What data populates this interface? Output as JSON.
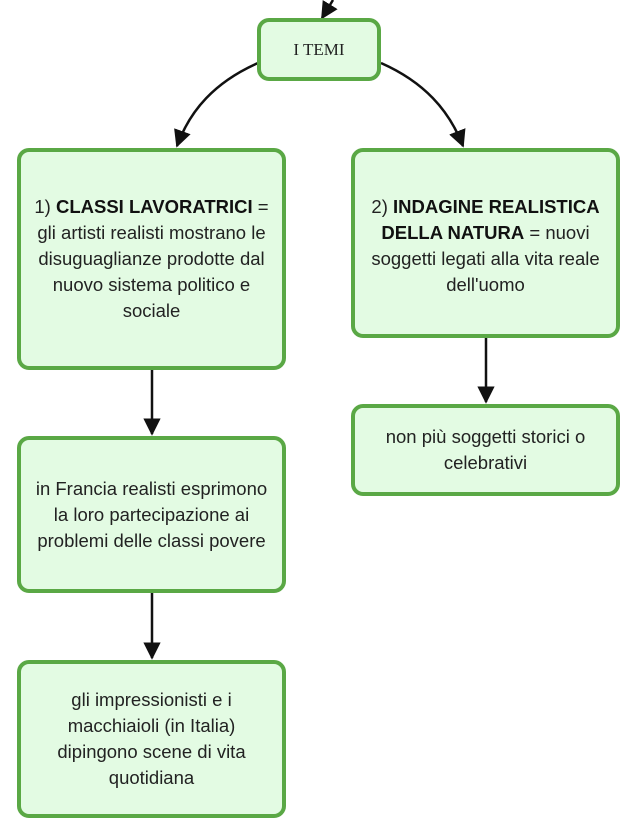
{
  "nodes": {
    "temi": {
      "text": "I TEMI"
    },
    "classi": {
      "number": "1) ",
      "heading": "CLASSI LAVORATRICI",
      "rest": " = gli artisti realisti mostrano le disuguaglianze prodotte dal nuovo sistema politico e sociale"
    },
    "indagine": {
      "number": "2) ",
      "heading": "INDAGINE REALISTICA DELLA NATURA",
      "rest": " = nuovi soggetti legati alla vita reale dell'uomo"
    },
    "francia": {
      "text": "in Francia realisti esprimono la loro partecipazione ai problemi delle classi povere"
    },
    "nonpiu": {
      "text": "non più soggetti storici o celebrativi"
    },
    "impressionisti": {
      "text": "gli impressionisti e i macchiaioli (in Italia) dipingono scene di vita quotidiana"
    }
  },
  "colors": {
    "node_fill": "#e3fbe3",
    "node_border": "#5aa845",
    "connector": "#111111"
  }
}
